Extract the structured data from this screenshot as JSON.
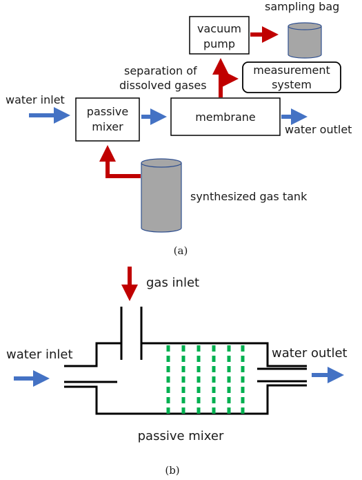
{
  "colors": {
    "water_arrow": "#4472c4",
    "gas_arrow": "#c00000",
    "cylinder_fill": "#a6a6a6",
    "cylinder_edge": "#2f4f8f",
    "porous_wall": "#00b050",
    "line": "#000000"
  },
  "panel_a": {
    "caption": "(a)",
    "water_inlet": "water inlet",
    "passive_mixer_line1": "passive",
    "passive_mixer_line2": "mixer",
    "membrane": "membrane",
    "water_outlet": "water outlet",
    "vacuum_pump_line1": "vacuum",
    "vacuum_pump_line2": "pump",
    "sampling_bag": "sampling bag",
    "measurement_line1": "measurement",
    "measurement_line2": "system",
    "separation_line1": "separation of",
    "separation_line2": "dissolved gases",
    "gas_tank": "synthesized gas tank"
  },
  "panel_b": {
    "caption": "(b)",
    "gas_inlet": "gas inlet",
    "water_inlet": "water inlet",
    "water_outlet": "water outlet",
    "passive_mixer": "passive mixer"
  }
}
